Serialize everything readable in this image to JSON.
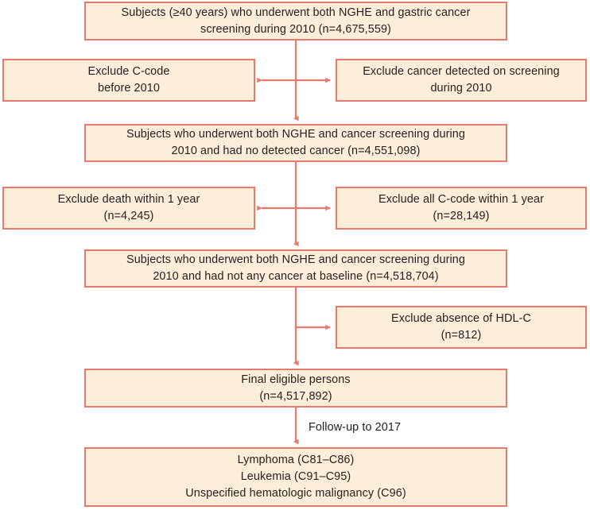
{
  "theme": {
    "box_fill": "#fceed9",
    "box_border": "#e8796c",
    "connector": "#e8796c",
    "text": "#231f20",
    "background": "#ffffff"
  },
  "flowchart": {
    "type": "study-enrollment-flow-diagram",
    "main_steps": [
      {
        "id": "enrolled",
        "lines": [
          "Subjects (≥40 years) who underwent both NGHE and gastric cancer",
          "screening during 2010 (n=4,675,559)"
        ]
      },
      {
        "id": "no-detected-cancer",
        "lines": [
          "Subjects who underwent both NGHE and cancer screening during",
          "2010 and had no detected cancer (n=4,551,098)"
        ]
      },
      {
        "id": "no-cancer-at-baseline",
        "lines": [
          "Subjects who underwent both NGHE and cancer screening during",
          "2010 and had not any cancer at baseline (n=4,518,704)"
        ]
      },
      {
        "id": "final-eligible",
        "lines": [
          "Final eligible persons",
          "(n=4,517,892)"
        ]
      },
      {
        "id": "outcomes",
        "lines": [
          "Lymphoma (C81–C86)",
          "Leukemia (C91–C95)",
          "Unspecified hematologic malignancy (C96)"
        ]
      }
    ],
    "exclusions": [
      {
        "id": "exclude-c-code-before-2010",
        "side": "left",
        "lines": [
          "Exclude C-code",
          "before 2010"
        ]
      },
      {
        "id": "exclude-cancer-detected-on-screening",
        "side": "right",
        "lines": [
          "Exclude cancer detected on screening",
          "during 2010"
        ]
      },
      {
        "id": "exclude-death-within-1-year",
        "side": "left",
        "lines": [
          "Exclude death within 1 year",
          "(n=4,245)"
        ]
      },
      {
        "id": "exclude-all-c-code-within-1-year",
        "side": "right",
        "lines": [
          "Exclude all C-code within 1 year",
          "(n=28,149)"
        ]
      },
      {
        "id": "exclude-absence-of-hdl-c",
        "side": "right",
        "lines": [
          "Exclude absence of HDL-C",
          "(n=812)"
        ]
      }
    ],
    "edge_labels": {
      "followup": "Follow-up to 2017"
    }
  }
}
